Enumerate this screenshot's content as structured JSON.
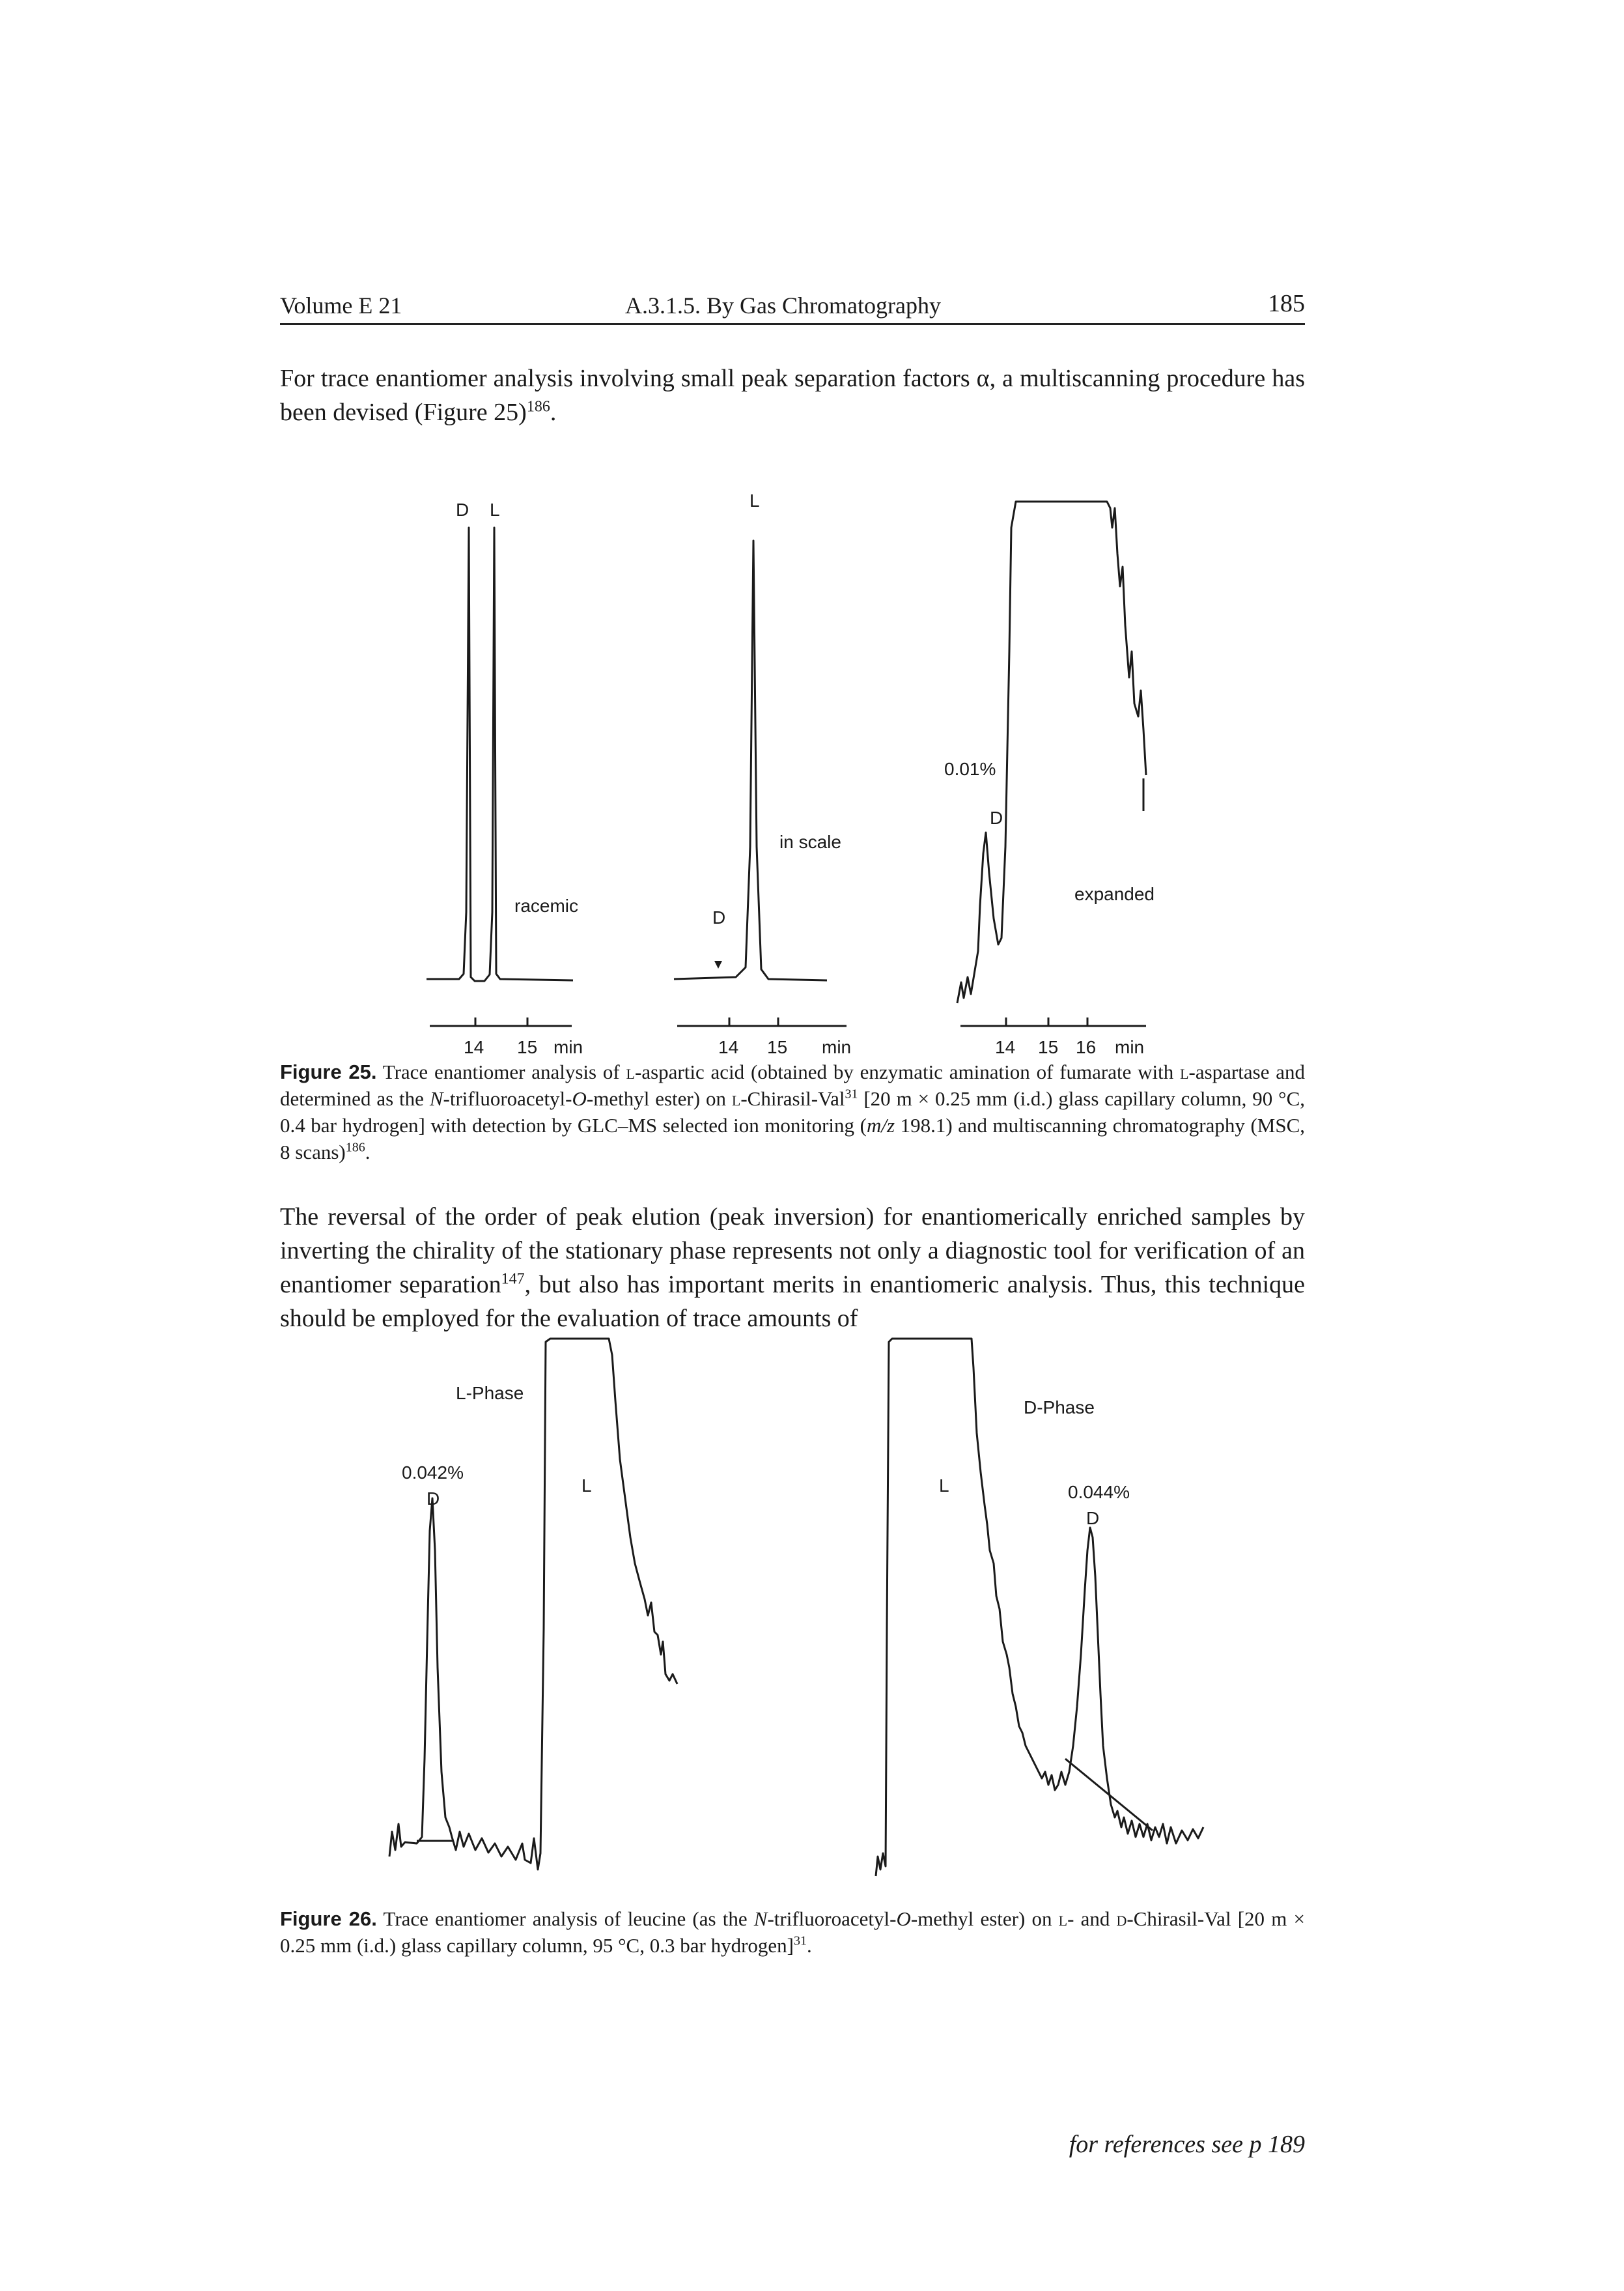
{
  "header": {
    "volume": "Volume E 21",
    "section": "A.3.1.5. By Gas Chromatography",
    "page_number": "185"
  },
  "intro": {
    "text": "For trace enantiomer analysis involving small peak separation factors α, a multiscanning procedure has been devised (Figure 25)",
    "ref": "186",
    "end": "."
  },
  "figure25": {
    "panel_a": {
      "peak_labels": [
        "D",
        "L"
      ],
      "note": "racemic",
      "ticks": [
        "14",
        "15",
        "min"
      ]
    },
    "panel_b": {
      "peak_labels": [
        "L",
        "D"
      ],
      "note": "in scale",
      "ticks": [
        "14",
        "15",
        "min"
      ]
    },
    "panel_c": {
      "peak_label": "D",
      "percent": "0.01%",
      "note": "expanded",
      "ticks": [
        "14",
        "15",
        "16",
        "min"
      ]
    },
    "caption": {
      "label": "Figure 25.",
      "t1": " Trace enantiomer analysis of ",
      "sc1": "l",
      "t2": "-aspartic acid (obtained by enzymatic amination of fumarate with ",
      "sc2": "l",
      "t3": "-aspartase and determined as the ",
      "i1": "N",
      "t4": "-trifluoroacetyl-",
      "i2": "O",
      "t5": "-methyl ester) on ",
      "sc3": "l",
      "t6": "-Chirasil-Val",
      "s1": "31",
      "t7": " [20 m × 0.25 mm (i.d.) glass capillary column, 90 °C, 0.4 bar hydrogen] with detection by GLC–MS selected ion monitoring (",
      "i3": "m/z",
      "t8": " 198.1) and multiscanning chromatography (MSC, 8 scans)",
      "s2": "186",
      "t9": "."
    }
  },
  "paragraph2": {
    "t1": "The reversal of the order of peak elution (peak inversion) for enantiomerically enriched samples by inverting the chirality of the stationary phase represents not only a diagnostic tool for verification of an enantiomer separation",
    "ref": "147",
    "t2": ", but also has important merits in enantiomeric analysis. Thus, this technique should be employed for the evaluation of trace amounts of"
  },
  "figure26": {
    "left": {
      "phase": "L-Phase",
      "percent": "0.042%",
      "minor": "D",
      "major": "L"
    },
    "right": {
      "phase": "D-Phase",
      "percent": "0.044%",
      "minor": "D",
      "major": "L"
    },
    "caption": {
      "label": "Figure 26.",
      "t1": " Trace enantiomer analysis of leucine (as the ",
      "i1": "N",
      "t2": "-trifluoroacetyl-",
      "i2": "O",
      "t3": "-methyl ester) on ",
      "sc1": "l",
      "t4": "- and ",
      "sc2": "d",
      "t5": "-Chirasil-Val [20 m × 0.25 mm (i.d.) glass capillary column, 95 °C, 0.3 bar hydrogen]",
      "s1": "31",
      "t6": "."
    }
  },
  "footer": {
    "text": "for references see p 189"
  }
}
